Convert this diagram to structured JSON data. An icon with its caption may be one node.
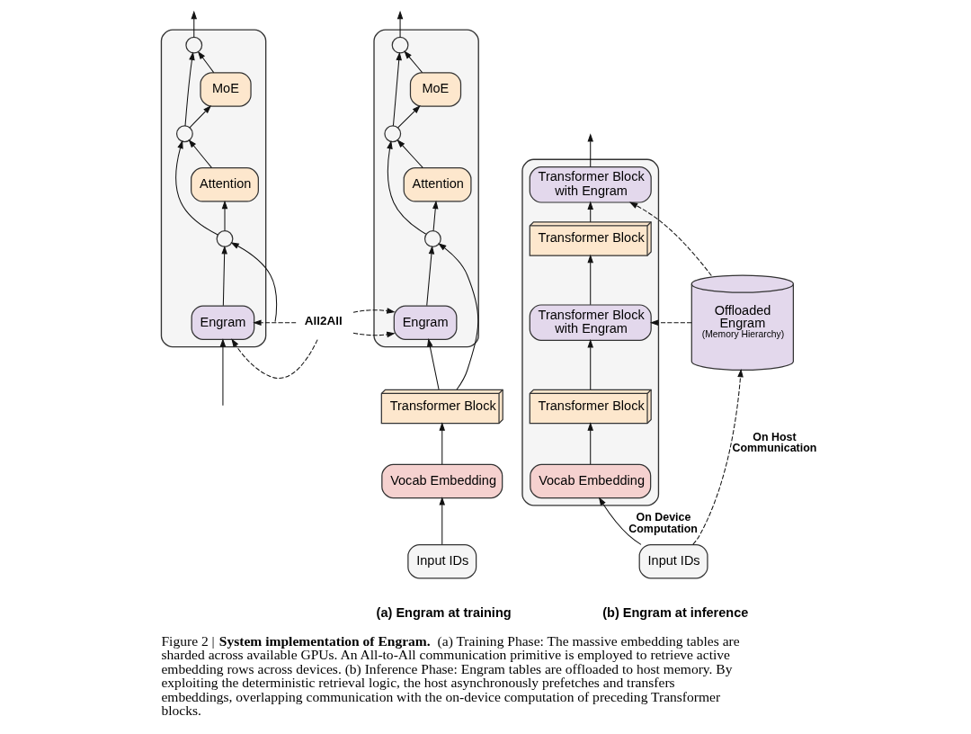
{
  "diagram": {
    "caption": "Figure 2 | **System implementation of Engram.** (a) Training Phase: The massive embedding tables are sharded across available GPUs. An All-to-All communication primitive is employed to retrieve active embedding rows across devices. (b) Inference Phase: Engram tables are offloaded to host memory. By exploiting the deterministic retrieval logic, the host asynchronously prefetches and transfers embeddings, overlapping communication with the on-device computation of preceding Transformer blocks.",
    "nodes": [
      {
        "text": [],
        "shape": "box"
      },
      {
        "text": [],
        "shape": "circle",
        "in": 0
      },
      {
        "text": [
          "MoE"
        ],
        "in": 0
      },
      {
        "text": [],
        "shape": "circle",
        "in": 0
      },
      {
        "text": [
          "Attention"
        ],
        "in": 0
      },
      {
        "text": [],
        "shape": "circle",
        "in": 0
      },
      {
        "text": [
          "Engram"
        ],
        "in": 0
      },
      {
        "text": [
          "All2All"
        ]
      },
      {
        "text": [],
        "shape": "box"
      },
      {
        "text": [],
        "shape": "circle",
        "in": 8
      },
      {
        "text": [
          "MoE"
        ],
        "in": 8
      },
      {
        "text": [],
        "shape": "circle",
        "in": 8
      },
      {
        "text": [
          "Attention"
        ],
        "in": 8
      },
      {
        "text": [],
        "shape": "circle",
        "in": 8
      },
      {
        "text": [
          "Engram"
        ],
        "in": 8
      },
      {
        "text": [
          "Transformer Block"
        ]
      },
      {
        "text": [
          "Vocab Embedding"
        ]
      },
      {
        "text": [
          "Input IDs"
        ]
      },
      {
        "text": [],
        "shape": "box"
      },
      {
        "text": [
          "Transformer Block with Engram"
        ],
        "in": 18
      },
      {
        "text": [
          "Transformer Block"
        ],
        "in": 18
      },
      {
        "text": [
          "Transformer Block with Engram"
        ],
        "in": 18
      },
      {
        "text": [
          "Transformer Block"
        ],
        "in": 18
      },
      {
        "text": [
          "Vocab Embedding"
        ],
        "in": 18
      },
      {
        "text": [
          "Offloaded Engram",
          "(Memory Hierarchy)"
        ]
      },
      {
        "text": [
          "Input IDs"
        ]
      }
    ],
    "edges": [
      {
        "from": null,
        "to": 6,
        "arrow": "to"
      },
      {
        "from": null,
        "to": 5,
        "arrow": "to"
      },
      {
        "from": 6,
        "to": 5,
        "arrow": "to"
      },
      {
        "from": 5,
        "to": 4,
        "arrow": "to"
      },
      {
        "from": 5,
        "to": 3,
        "arrow": "to"
      },
      {
        "from": 4,
        "to": 3,
        "arrow": "to"
      },
      {
        "from": 3,
        "to": 2,
        "arrow": "to"
      },
      {
        "from": 3,
        "to": 1,
        "arrow": "to"
      },
      {
        "from": 2,
        "to": 1,
        "arrow": "to"
      },
      {
        "from": 1,
        "to": null,
        "arrow": "to"
      },
      {
        "from": 7,
        "to": 6,
        "arrow": "to",
        "style": "dashed"
      },
      {
        "from": 7,
        "to": 6,
        "arrow": "to",
        "style": "dashed"
      },
      {
        "from": 7,
        "to": 14,
        "arrow": "to",
        "style": "dashed"
      },
      {
        "from": 7,
        "to": 14,
        "arrow": "to",
        "style": "dashed"
      },
      {
        "from": 17,
        "to": 16,
        "arrow": "to"
      },
      {
        "from": 16,
        "to": 15,
        "arrow": "to"
      },
      {
        "from": 15,
        "to": 14,
        "arrow": "to"
      },
      {
        "from": 15,
        "to": 13,
        "arrow": "to"
      },
      {
        "from": 14,
        "to": 13,
        "arrow": "to"
      },
      {
        "from": 13,
        "to": 12,
        "arrow": "to"
      },
      {
        "from": 13,
        "to": 11,
        "arrow": "to"
      },
      {
        "from": 12,
        "to": 11,
        "arrow": "to"
      },
      {
        "from": 11,
        "to": 10,
        "arrow": "to"
      },
      {
        "from": 11,
        "to": 9,
        "arrow": "to"
      },
      {
        "from": 10,
        "to": 9,
        "arrow": "to"
      },
      {
        "from": 9,
        "to": null,
        "arrow": "to"
      },
      {
        "from": 25,
        "to": 23,
        "arrow": "to",
        "label": "On Device Computation"
      },
      {
        "from": 25,
        "to": 24,
        "arrow": "to",
        "label": "On Host Communication",
        "style": "dashed"
      },
      {
        "from": 23,
        "to": 22,
        "arrow": "to"
      },
      {
        "from": 22,
        "to": 21,
        "arrow": "to"
      },
      {
        "from": 24,
        "to": 21,
        "arrow": "to",
        "style": "dashed"
      },
      {
        "from": 21,
        "to": 20,
        "arrow": "to"
      },
      {
        "from": 20,
        "to": 19,
        "arrow": "to"
      },
      {
        "from": 24,
        "to": 19,
        "arrow": "to",
        "style": "dashed"
      },
      {
        "from": 19,
        "to": null,
        "arrow": "to"
      }
    ],
    "labels": [
      "(a) Engram at training",
      "(b) Engram at inference"
    ]
  }
}
